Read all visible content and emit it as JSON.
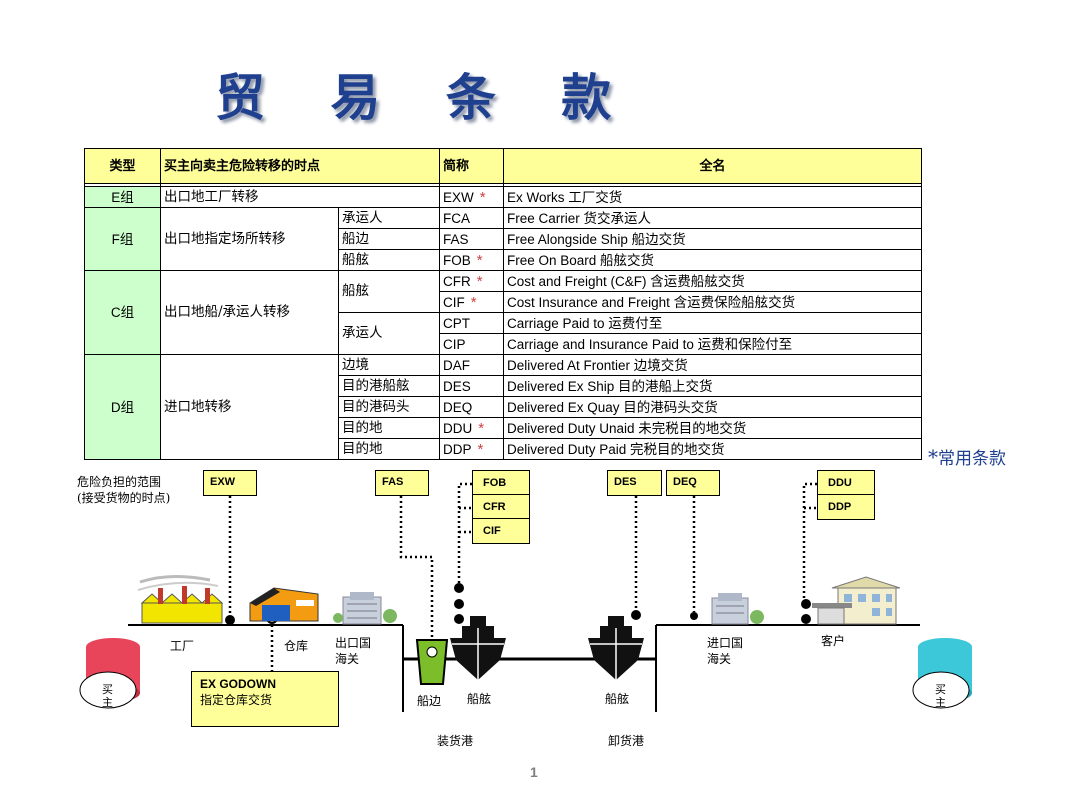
{
  "title": "贸 易 条 款",
  "table": {
    "headers": {
      "type": "类型",
      "risk_point": "买主向卖主危险转移的时点",
      "abbr": "简称",
      "fullname": "全名"
    },
    "star": "*",
    "groups": {
      "E": {
        "name": "E组",
        "risk": "出口地工厂转移"
      },
      "F": {
        "name": "F组",
        "risk": "出口地指定场所转移"
      },
      "C": {
        "name": "C组",
        "risk": "出口地船/承运人转移"
      },
      "D": {
        "name": "D组",
        "risk": "进口地转移"
      }
    },
    "rows": [
      {
        "sub": "",
        "code": "EXW",
        "full": "Ex Works 工厂交货",
        "common": true
      },
      {
        "sub": "承运人",
        "code": "FCA",
        "full": "Free Carrier 货交承运人",
        "common": false
      },
      {
        "sub": "船边",
        "code": "FAS",
        "full": "Free Alongside Ship 船边交货",
        "common": false
      },
      {
        "sub": "船舷",
        "code": "FOB",
        "full": "Free On Board 船舷交货",
        "common": true
      },
      {
        "sub": "船舷",
        "code": "CFR",
        "full": "Cost and Freight (C&F) 含运费船舷交货",
        "common": true
      },
      {
        "sub": "",
        "code": "CIF",
        "full": "Cost Insurance and Freight 含运费保险船舷交货",
        "common": true
      },
      {
        "sub": "承运人",
        "code": "CPT",
        "full": "Carriage Paid to 运费付至",
        "common": false
      },
      {
        "sub": "",
        "code": "CIP",
        "full": "Carriage and Insurance Paid to 运费和保险付至",
        "common": false
      },
      {
        "sub": "边境",
        "code": "DAF",
        "full": "Delivered At Frontier 边境交货",
        "common": false
      },
      {
        "sub": "目的港船舷",
        "code": "DES",
        "full": "Delivered Ex Ship 目的港船上交货",
        "common": false
      },
      {
        "sub": "目的港码头",
        "code": "DEQ",
        "full": "Delivered Ex Quay 目的港码头交货",
        "common": false
      },
      {
        "sub": "目的地",
        "code": "DDU",
        "full": "Delivered Duty Unaid 未完税目的地交货",
        "common": true
      },
      {
        "sub": "目的地",
        "code": "DDP",
        "full": "Delivered Duty Paid 完税目的地交货",
        "common": true
      }
    ]
  },
  "note": {
    "star": "*",
    "text": "常用条款"
  },
  "diagram": {
    "risk_label_1": "危险负担的范围",
    "risk_label_2": "(接受货物的时点)",
    "boxes": {
      "exw": "EXW",
      "fas": "FAS",
      "fob": "FOB",
      "cfr": "CFR",
      "cif": "CIF",
      "des": "DES",
      "deq": "DEQ",
      "ddu": "DDU",
      "ddp": "DDP"
    },
    "godown_title": "EX GODOWN",
    "godown_sub": "指定仓库交货",
    "labels": {
      "factory": "工厂",
      "warehouse": "仓库",
      "export_customs_1": "出口国",
      "export_customs_2": "海关",
      "shipside": "船边",
      "ship1": "船舷",
      "ship2": "船舷",
      "import_customs_1": "进口国",
      "import_customs_2": "海关",
      "customer": "客户",
      "load_port": "装货港",
      "unload_port": "卸货港",
      "seller": "买主",
      "buyer": "买主"
    }
  },
  "page_number": "1"
}
